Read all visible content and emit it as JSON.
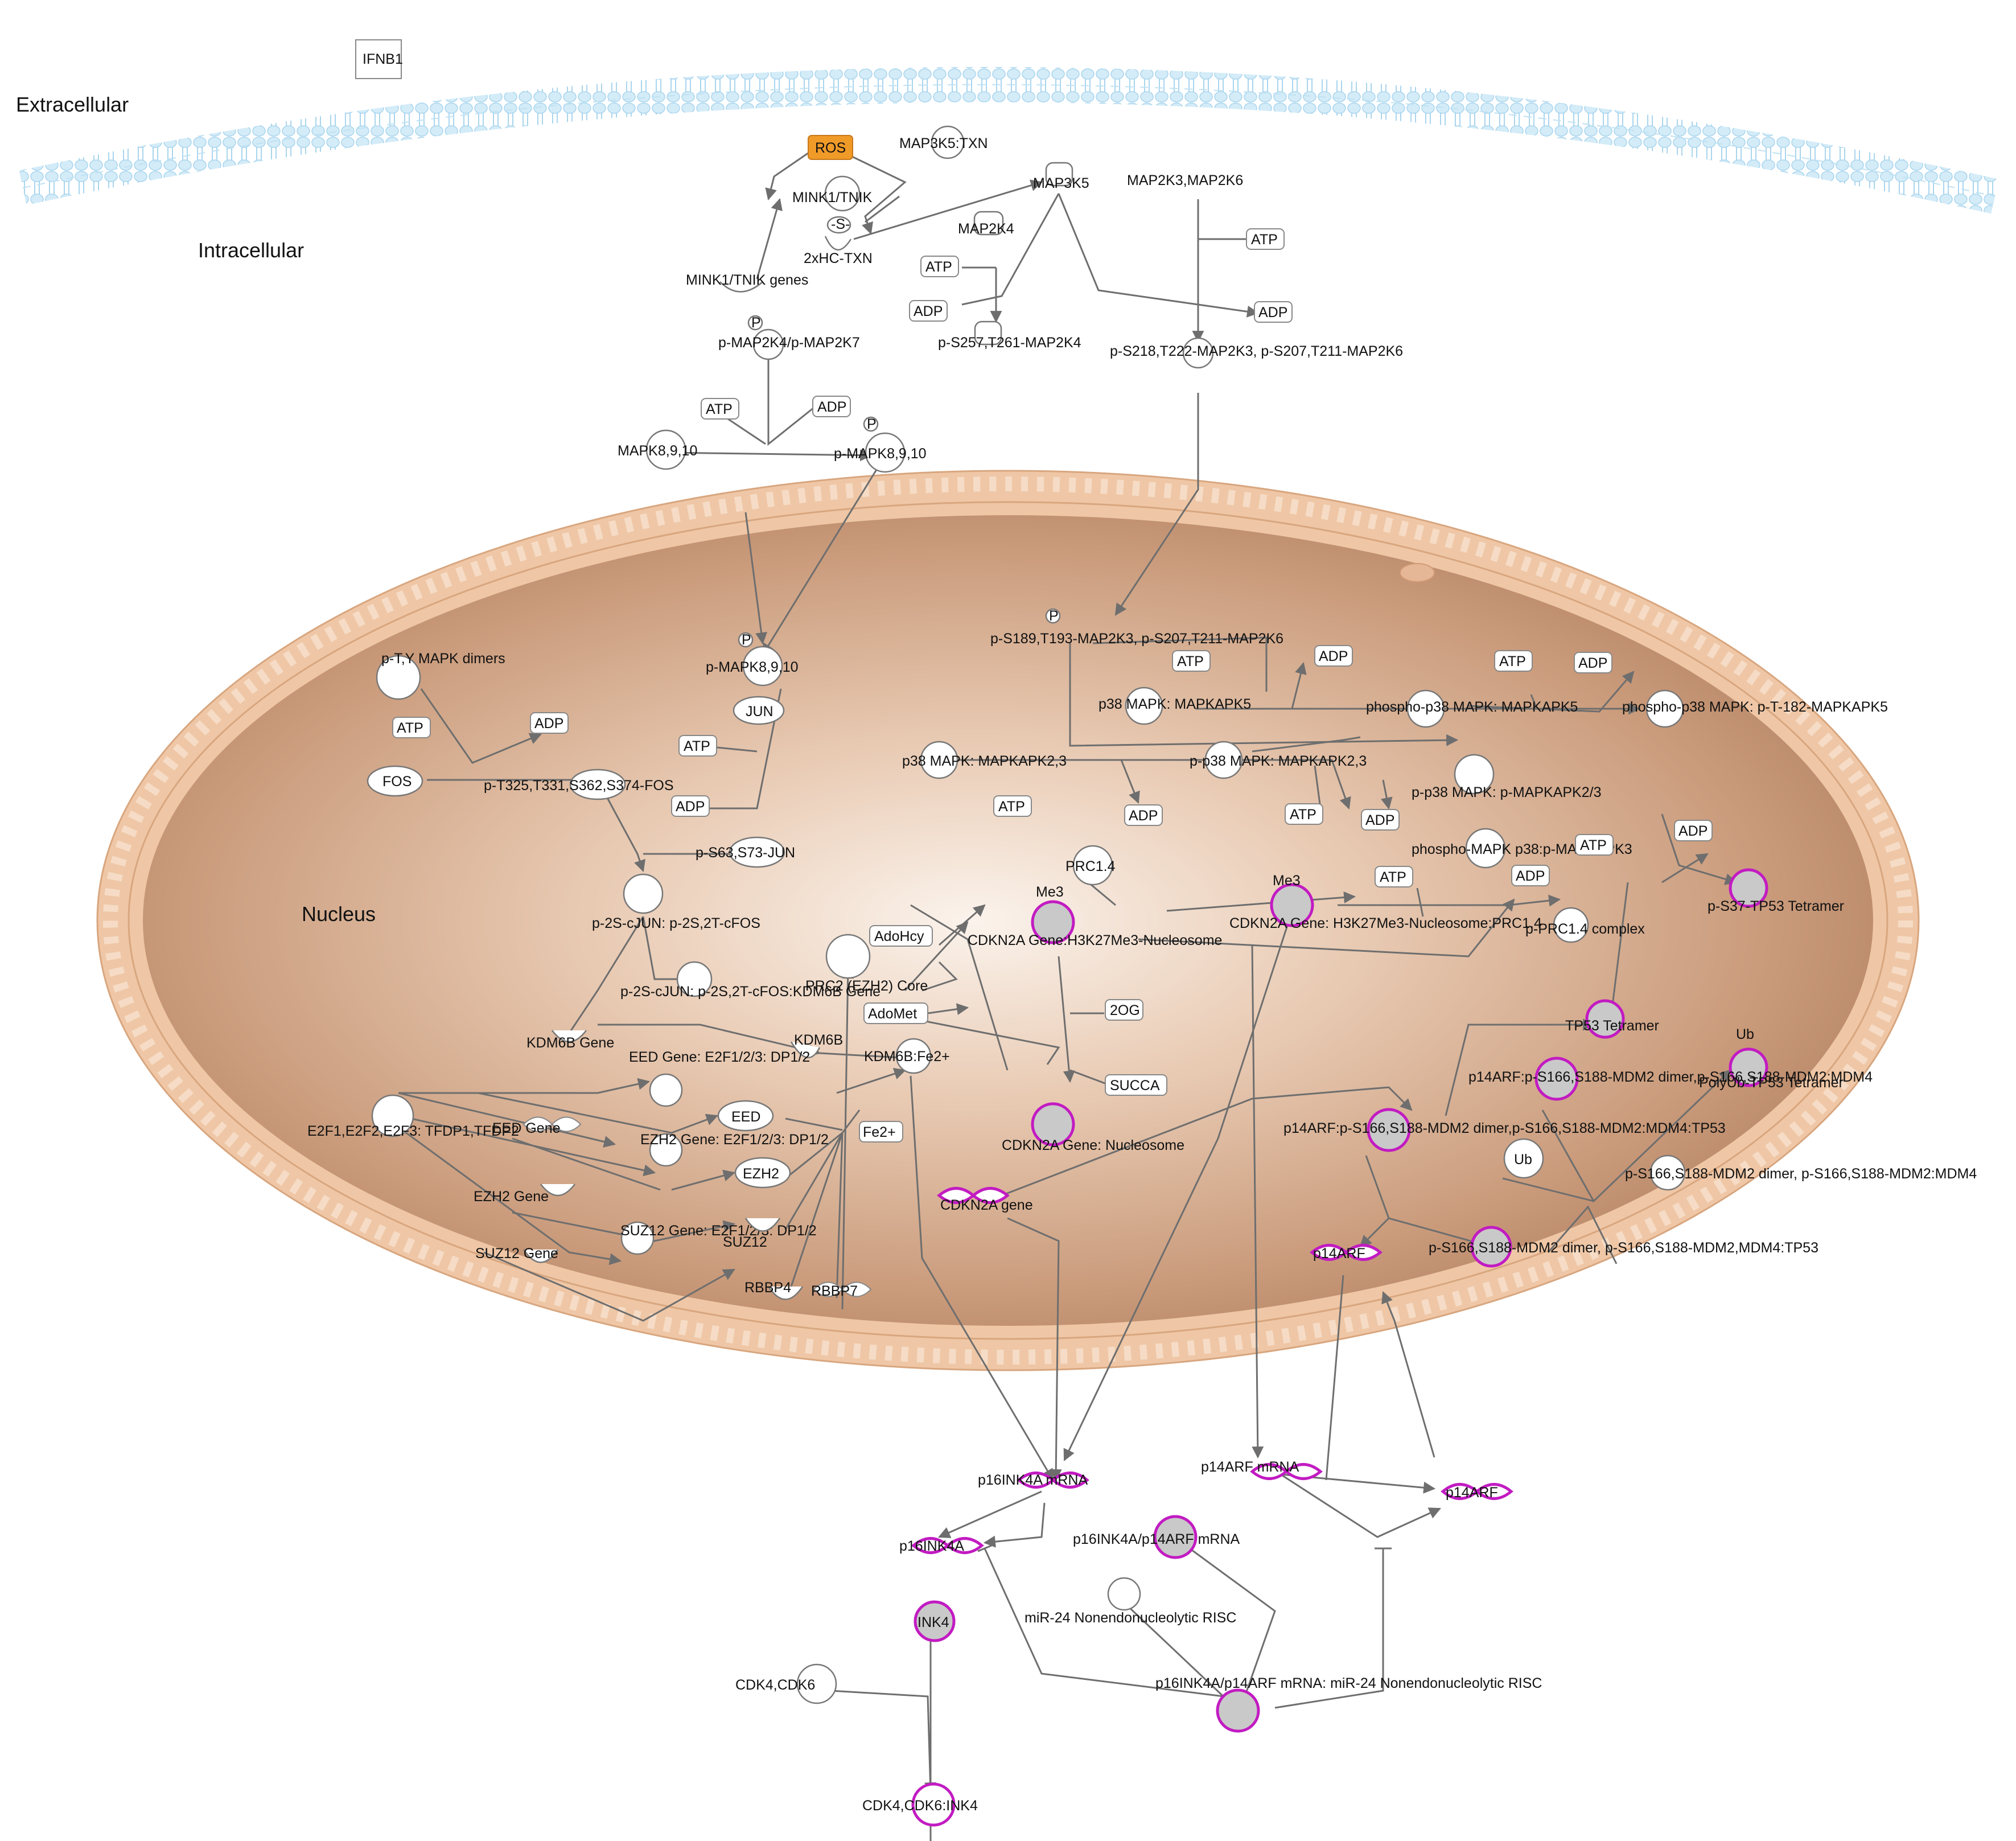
{
  "compartments": {
    "extracellular": "Extracellular",
    "intracellular": "Intracellular",
    "nucleus": "Nucleus"
  },
  "colors": {
    "membrane": "#cfe9f6",
    "nucleus_envelope": "#eab995",
    "nucleus_core": "#f6e7dc",
    "nucleus_edge": "#a9785a",
    "highlight": "#c21bc2",
    "ros": "#f09a28",
    "edge": "#6e6e6e"
  },
  "nodes": [
    {
      "id": "ifnb1",
      "text": "IFNB1"
    },
    {
      "id": "ros",
      "text": "ROS"
    },
    {
      "id": "map3k5txn",
      "text": "MAP3K5:TXN"
    },
    {
      "id": "mink1",
      "text": "MINK1/TNIK"
    },
    {
      "id": "s",
      "text": "-S-"
    },
    {
      "id": "hctxn",
      "text": "2xHC-TXN"
    },
    {
      "id": "map3k5",
      "text": "MAP3K5"
    },
    {
      "id": "map2k4",
      "text": "MAP2K4"
    },
    {
      "id": "map2k3",
      "text": "MAP2K3,MAP2K6"
    },
    {
      "id": "atp1",
      "text": "ATP"
    },
    {
      "id": "atp2",
      "text": "ATP"
    },
    {
      "id": "adp1",
      "text": "ADP"
    },
    {
      "id": "adp2",
      "text": "ADP"
    },
    {
      "id": "mink1g",
      "text": "MINK1/TNIK genes"
    },
    {
      "id": "pmap2k4",
      "text": "p-MAP2K4/p-MAP2K7"
    },
    {
      "id": "ps257",
      "text": "p-S257,T261-MAP2K4"
    },
    {
      "id": "ps218",
      "text": "p-S218,T222-MAP2K3, p-S207,T211-MAP2K6"
    },
    {
      "id": "atp3",
      "text": "ATP"
    },
    {
      "id": "adp3",
      "text": "ADP"
    },
    {
      "id": "mapk8",
      "text": "MAPK8,9,10"
    },
    {
      "id": "pmapk8",
      "text": "p-MAPK8,9,10"
    },
    {
      "id": "pmapk8n",
      "text": "p-MAPK8,9,10"
    },
    {
      "id": "ptymapk",
      "text": "p-T,Y MAPK dimers"
    },
    {
      "id": "jun",
      "text": "JUN"
    },
    {
      "id": "atp4",
      "text": "ATP"
    },
    {
      "id": "adp4",
      "text": "ADP"
    },
    {
      "id": "fos",
      "text": "FOS"
    },
    {
      "id": "pfos",
      "text": "p-T325,T331,S362,S374-FOS"
    },
    {
      "id": "atp5",
      "text": "ATP"
    },
    {
      "id": "adp5",
      "text": "ADP"
    },
    {
      "id": "pjun",
      "text": "p-S63,S73-JUN"
    },
    {
      "id": "cjun",
      "text": "p-2S-cJUN: p-2S,2T-cFOS"
    },
    {
      "id": "cjunkdm",
      "text": "p-2S-cJUN: p-2S,2T-cFOS:KDM6B Gene"
    },
    {
      "id": "kdm6bg",
      "text": "KDM6B Gene"
    },
    {
      "id": "kdm6b",
      "text": "KDM6B"
    },
    {
      "id": "kdmfe",
      "text": "KDM6B:Fe2+"
    },
    {
      "id": "adohcy",
      "text": "AdoHcy"
    },
    {
      "id": "prc2",
      "text": "PRC2 (EZH2) Core"
    },
    {
      "id": "adomet",
      "text": "AdoMet"
    },
    {
      "id": "prc14",
      "text": "PRC1.4"
    },
    {
      "id": "cdkn2ah3",
      "text": "CDKN2A Gene:H3K27Me3-Nucleosome"
    },
    {
      "id": "og",
      "text": "2OG"
    },
    {
      "id": "succa",
      "text": "SUCCA"
    },
    {
      "id": "cdkn2anuc",
      "text": "CDKN2A Gene: Nucleosome"
    },
    {
      "id": "cdkn2agene",
      "text": "CDKN2A gene"
    },
    {
      "id": "cdkprc",
      "text": "CDKN2A Gene: H3K27Me3-Nucleosome:PRC1.4"
    },
    {
      "id": "atp6",
      "text": "ATP"
    },
    {
      "id": "adp6",
      "text": "ADP"
    },
    {
      "id": "pprc",
      "text": "p-PRC1.4 complex"
    },
    {
      "id": "ps189",
      "text": "p-S189,T193-MAP2K3, p-S207,T211-MAP2K6"
    },
    {
      "id": "atp7",
      "text": "ATP"
    },
    {
      "id": "adp7",
      "text": "ADP"
    },
    {
      "id": "p38k5",
      "text": "p38 MAPK: MAPKAPK5"
    },
    {
      "id": "php38k5",
      "text": "phospho-p38 MAPK: MAPKAPK5"
    },
    {
      "id": "atp8",
      "text": "ATP"
    },
    {
      "id": "adp8",
      "text": "ADP"
    },
    {
      "id": "php38t",
      "text": "phospho-p38 MAPK: p-T-182-MAPKAPK5"
    },
    {
      "id": "p38k23",
      "text": "p38 MAPK: MAPKAPK2,3"
    },
    {
      "id": "pp38k23",
      "text": "p-p38 MAPK: MAPKAPK2,3"
    },
    {
      "id": "atp9",
      "text": "ATP"
    },
    {
      "id": "adp9",
      "text": "ADP"
    },
    {
      "id": "atp10",
      "text": "ATP"
    },
    {
      "id": "adp10",
      "text": "ADP"
    },
    {
      "id": "pp38pk",
      "text": "p-p38 MAPK: p-MAPKAPK2/3"
    },
    {
      "id": "php38k3",
      "text": "phospho-MAPK p38:p-MAPKAPK3"
    },
    {
      "id": "atp11",
      "text": "ATP"
    },
    {
      "id": "adp11",
      "text": "ADP"
    },
    {
      "id": "ps37",
      "text": "p-S37-TP53 Tetramer"
    },
    {
      "id": "tp53",
      "text": "TP53 Tetramer"
    },
    {
      "id": "polyub",
      "text": "PolyUb-TP53 Tetramer"
    },
    {
      "id": "p14mdm",
      "text": "p14ARF:p-S166,S188-MDM2 dimer,p-S166,S188-MDM2:MDM4"
    },
    {
      "id": "p14mdmtp",
      "text": "p14ARF:p-S166,S188-MDM2 dimer,p-S166,S188-MDM2:MDM4:TP53"
    },
    {
      "id": "ub",
      "text": "Ub"
    },
    {
      "id": "psmdm",
      "text": "p-S166,S188-MDM2 dimer, p-S166,S188-MDM2:MDM4"
    },
    {
      "id": "psmdmtp",
      "text": "p-S166,S188-MDM2 dimer, p-S166,S188-MDM2,MDM4:TP53"
    },
    {
      "id": "p14arfn",
      "text": "p14ARF"
    },
    {
      "id": "e2f",
      "text": "E2F1,E2F2,E2F3: TFDP1,TFDP2"
    },
    {
      "id": "eedgene",
      "text": "EED Gene"
    },
    {
      "id": "eedcomp",
      "text": "EED Gene: E2F1/2/3: DP1/2"
    },
    {
      "id": "eed",
      "text": "EED"
    },
    {
      "id": "fe",
      "text": "Fe2+"
    },
    {
      "id": "ezh2gene",
      "text": "EZH2 Gene"
    },
    {
      "id": "ezh2comp",
      "text": "EZH2 Gene: E2F1/2/3: DP1/2"
    },
    {
      "id": "ezh2",
      "text": "EZH2"
    },
    {
      "id": "suz12gene",
      "text": "SUZ12 Gene"
    },
    {
      "id": "suz12comp",
      "text": "SUZ12 Gene: E2F1/2/3: DP1/2"
    },
    {
      "id": "suz12",
      "text": "SUZ12"
    },
    {
      "id": "rbbp4",
      "text": "RBBP4"
    },
    {
      "id": "rbbp7",
      "text": "RBBP7"
    },
    {
      "id": "p16mrna",
      "text": "p16INK4A mRNA"
    },
    {
      "id": "p14mrna",
      "text": "p14ARF mRNA"
    },
    {
      "id": "p14arfc",
      "text": "p14ARF"
    },
    {
      "id": "p16",
      "text": "p16INK4A"
    },
    {
      "id": "p16p14mrna",
      "text": "p16INK4A/p14ARF mRNA"
    },
    {
      "id": "mir24",
      "text": "miR-24 Nonendonucleolytic RISC"
    },
    {
      "id": "ink4",
      "text": "INK4"
    },
    {
      "id": "cdk46",
      "text": "CDK4,CDK6"
    },
    {
      "id": "p16risc",
      "text": "p16INK4A/p14ARF mRNA: miR-24 Nonendonucleolytic RISC"
    },
    {
      "id": "cdkink4",
      "text": "CDK4,CDK6:INK4"
    }
  ],
  "small_marks": {
    "p": "P",
    "me3": "Me3",
    "ub": "Ub"
  }
}
